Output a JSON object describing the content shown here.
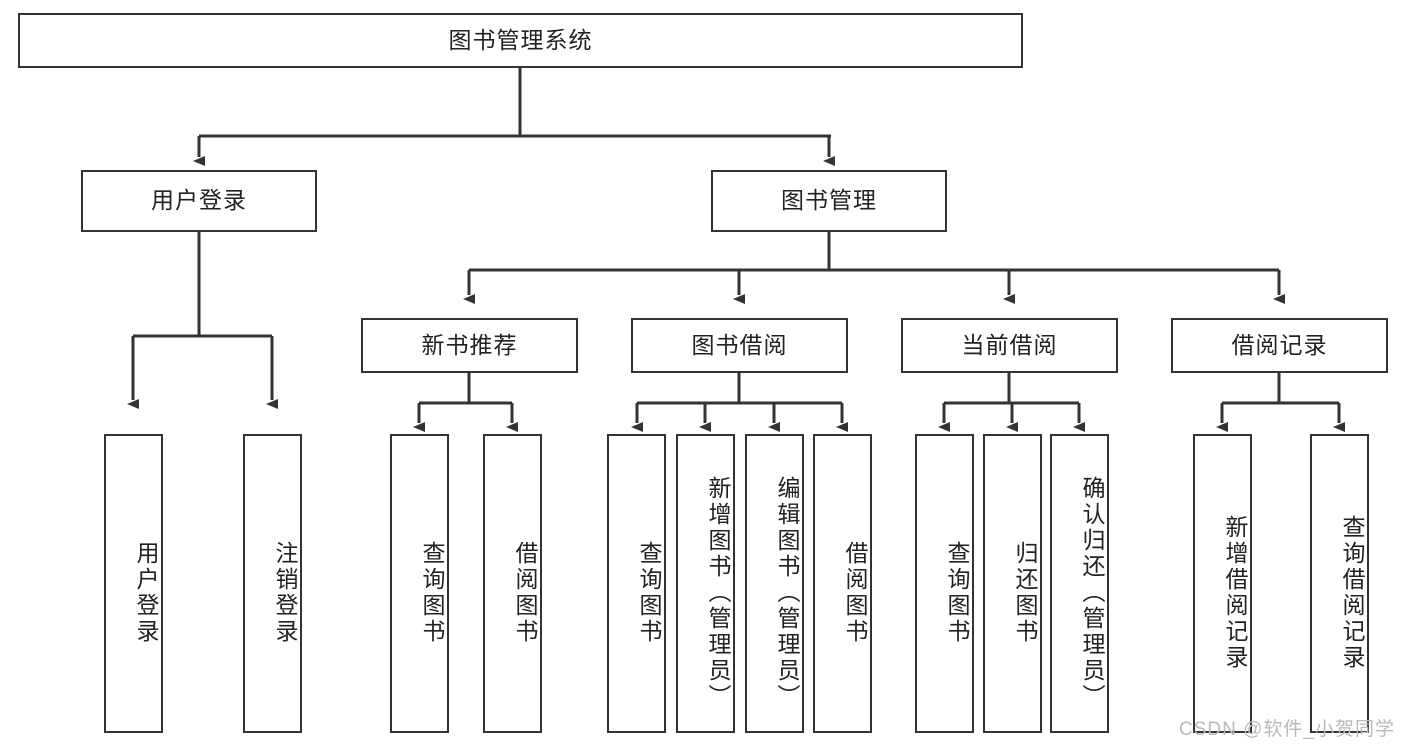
{
  "diagram": {
    "title": "图书管理系统",
    "type": "tree-hierarchy-diagram",
    "line_color": "#333333",
    "box_fill": "#ffffff",
    "text_color": "#222222",
    "nodes": {
      "root": {
        "label": "图书管理系统",
        "level": 1,
        "orientation": "horizontal"
      },
      "l2": [
        {
          "label": "用户登录",
          "orientation": "horizontal"
        },
        {
          "label": "图书管理",
          "orientation": "horizontal"
        }
      ],
      "l3": [
        {
          "label": "新书推荐",
          "orientation": "horizontal"
        },
        {
          "label": "图书借阅",
          "orientation": "horizontal"
        },
        {
          "label": "当前借阅",
          "orientation": "horizontal"
        },
        {
          "label": "借阅记录",
          "orientation": "horizontal"
        }
      ],
      "leaves": [
        {
          "label": "用户登录",
          "orientation": "vertical",
          "parent": "用户登录"
        },
        {
          "label": "注销登录",
          "orientation": "vertical",
          "parent": "用户登录"
        },
        {
          "label": "查询图书",
          "orientation": "vertical",
          "parent": "新书推荐"
        },
        {
          "label": "借阅图书",
          "orientation": "vertical",
          "parent": "新书推荐"
        },
        {
          "label": "查询图书",
          "orientation": "vertical",
          "parent": "图书借阅"
        },
        {
          "label": "新增图书（管理员）",
          "orientation": "vertical",
          "parent": "图书借阅"
        },
        {
          "label": "编辑图书（管理员）",
          "orientation": "vertical",
          "parent": "图书借阅"
        },
        {
          "label": "借阅图书",
          "orientation": "vertical",
          "parent": "图书借阅"
        },
        {
          "label": "查询图书",
          "orientation": "vertical",
          "parent": "当前借阅"
        },
        {
          "label": "归还图书",
          "orientation": "vertical",
          "parent": "当前借阅"
        },
        {
          "label": "确认归还（管理员）",
          "orientation": "vertical",
          "parent": "当前借阅"
        },
        {
          "label": "新增借阅记录",
          "orientation": "vertical",
          "parent": "借阅记录"
        },
        {
          "label": "查询借阅记录",
          "orientation": "vertical",
          "parent": "借阅记录"
        }
      ]
    }
  },
  "watermark": {
    "text": "CSDN @软件_小贺同学"
  }
}
